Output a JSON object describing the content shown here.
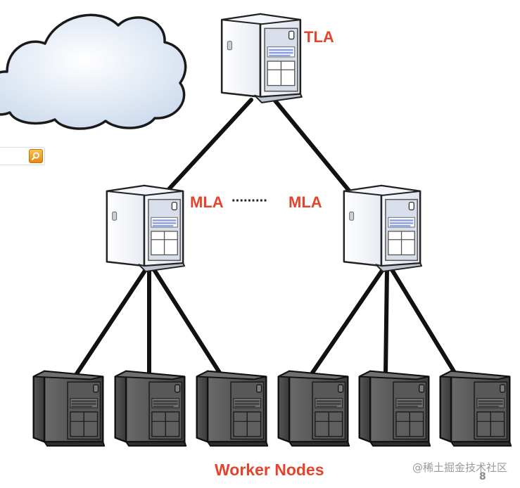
{
  "diagram": {
    "top_label": "TLA",
    "mid_left_label": "MLA",
    "mid_separator": "·········",
    "mid_right_label": "MLA",
    "bottom_label": "Worker Nodes"
  },
  "slide": {
    "watermark": "@稀土掘金技术社区",
    "page_number": "8"
  },
  "icons": {
    "cloud": "cloud-icon",
    "search": "search-icon",
    "server_light": "server-icon",
    "server_dark": "server-dark-icon"
  },
  "colors": {
    "label": "#e2452c",
    "edge": "#111111",
    "cloud_fill": "#dfe8f4",
    "server_light": "#eef1f7",
    "server_dark": "#4a4a4a",
    "server_panel": "#8c9fe0"
  }
}
